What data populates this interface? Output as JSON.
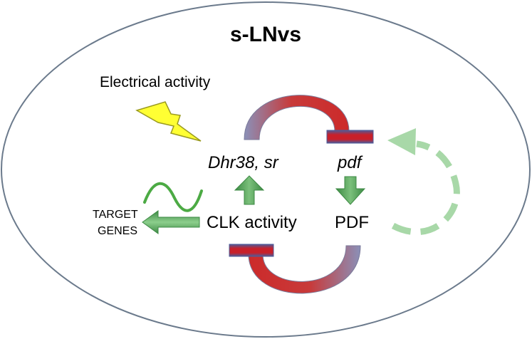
{
  "title": "s-LNvs",
  "labels": {
    "electrical_activity": "Electrical activity",
    "dhr38_sr": "Dhr38, sr",
    "pdf_gene": "pdf",
    "clk_activity": "CLK activity",
    "pdf_protein": "PDF",
    "target_genes_line1": "TARGET",
    "target_genes_line2": "GENES"
  },
  "colors": {
    "cell_outline": "#6b7a8c",
    "green_arrow": "#5aa35a",
    "light_green": "#a8d8a8",
    "inhibition_red": "#c8202a",
    "inhibition_blue": "#4d5c9a",
    "lightning_fill": "#ffff33",
    "lightning_stroke": "#9a9a20"
  },
  "icons": [
    "lightning-bolt-icon",
    "sine-wave-icon"
  ]
}
